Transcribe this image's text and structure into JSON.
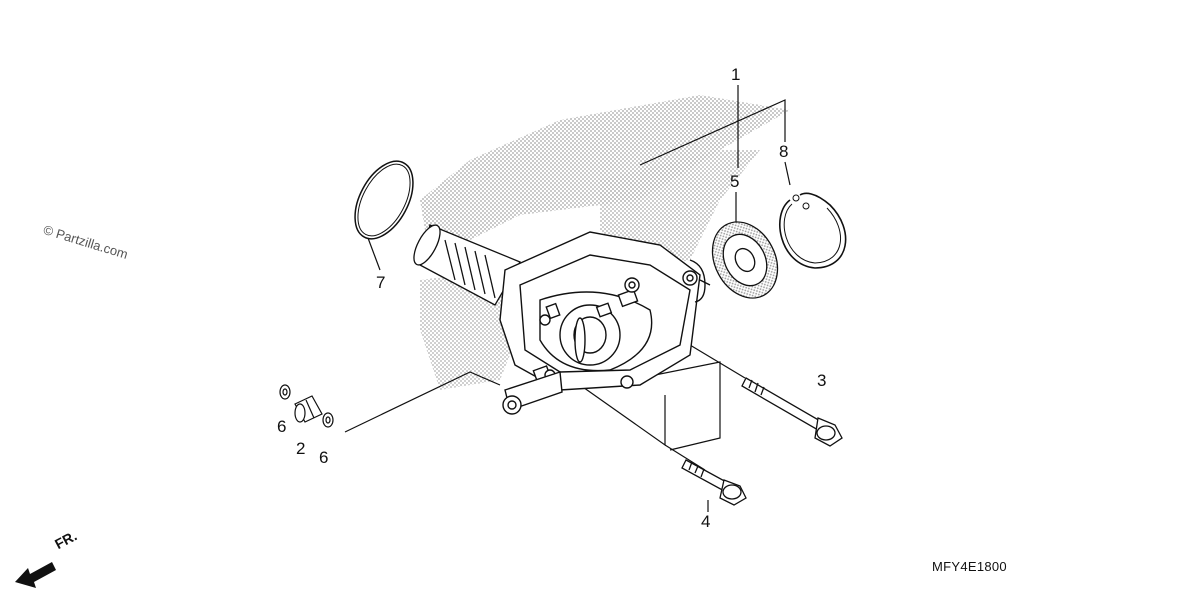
{
  "watermark": "© Partzilla.com",
  "diagram_code": "MFY4E1800",
  "direction_label": "FR.",
  "callouts": {
    "c1": "1",
    "c2": "2",
    "c3": "3",
    "c4": "4",
    "c5": "5",
    "c6a": "6",
    "c6b": "6",
    "c7": "7",
    "c8": "8"
  },
  "colors": {
    "line": "#111111",
    "shade": "#bdbdbd"
  }
}
